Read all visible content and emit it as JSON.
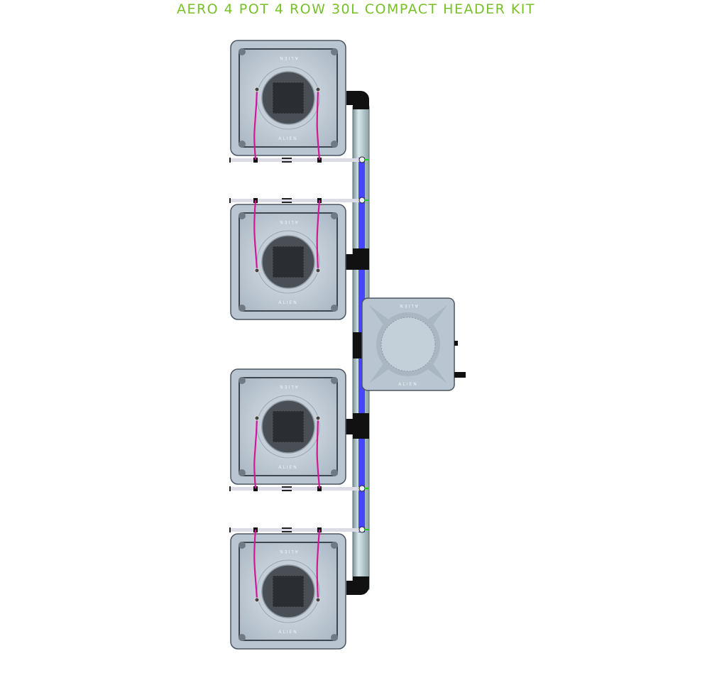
{
  "title": "AERO 4 POT 4 ROW 30L COMPACT HEADER KIT",
  "pot_logo": "ALIEN",
  "pots": [
    {
      "id": "pot-1",
      "feed_side": "bottom"
    },
    {
      "id": "pot-2",
      "feed_side": "top"
    },
    {
      "id": "pot-3",
      "feed_side": "bottom"
    },
    {
      "id": "pot-4",
      "feed_side": "top"
    }
  ],
  "colors": {
    "title": "#78c02a",
    "pot_body": "#b9c6d2",
    "pot_edge": "#4a5560",
    "lid": "#4a4f55",
    "drip_line": "#d0189a",
    "feed_tube": "#4646ff",
    "pipe": "#a9c0c4",
    "fitting": "#111111",
    "connector": "#22cc22"
  }
}
